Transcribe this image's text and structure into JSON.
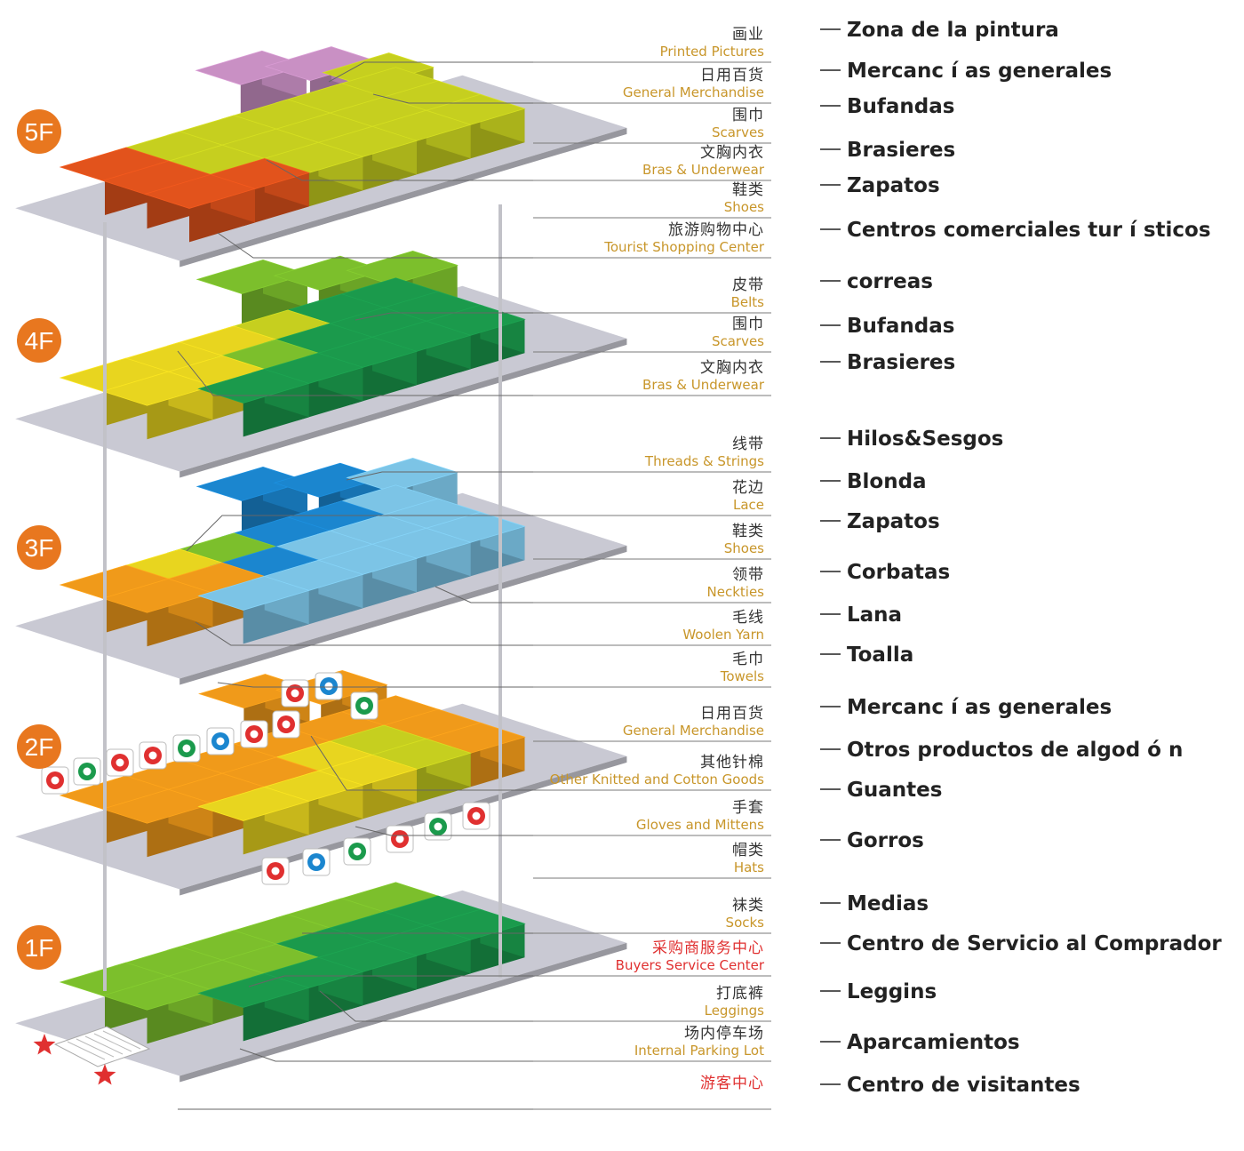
{
  "floors": [
    "5F",
    "4F",
    "3F",
    "2F",
    "1F"
  ],
  "colors": {
    "badge": "#e8771f",
    "slab": "#c9c9d3",
    "orange_red": "#e2531c",
    "lime": "#c6cf1f",
    "pink": "#c990c4",
    "yellow": "#e8d51f",
    "green_light": "#7cbf2c",
    "green_dark": "#1b9a4c",
    "blue_dark": "#1b86cf",
    "blue_light": "#7cc4e6",
    "orange": "#f09a1a",
    "red": "#e03030"
  },
  "labels": [
    {
      "zh": "画业",
      "en": "Printed Pictures",
      "es": "Zona de la pintura"
    },
    {
      "zh": "日用百货",
      "en": "General Merchandise",
      "es": "Mercanc í as generales"
    },
    {
      "zh": "围巾",
      "en": "Scarves",
      "es": "Bufandas"
    },
    {
      "zh": "文胸内衣",
      "en": "Bras & Underwear",
      "es": "Brasieres"
    },
    {
      "zh": "鞋类",
      "en": "Shoes",
      "es": "Zapatos"
    },
    {
      "zh": "旅游购物中心",
      "en": "Tourist Shopping Center",
      "es": "Centros comerciales tur í sticos"
    },
    {
      "zh": "皮带",
      "en": "Belts",
      "es": "correas"
    },
    {
      "zh": "围巾",
      "en": "Scarves",
      "es": "Bufandas"
    },
    {
      "zh": "文胸内衣",
      "en": "Bras & Underwear",
      "es": "Brasieres"
    },
    {
      "zh": "线带",
      "en": "Threads & Strings",
      "es": "Hilos&Sesgos"
    },
    {
      "zh": "花边",
      "en": "Lace",
      "es": "Blonda"
    },
    {
      "zh": "鞋类",
      "en": "Shoes",
      "es": "Zapatos"
    },
    {
      "zh": "领带",
      "en": "Neckties",
      "es": "Corbatas"
    },
    {
      "zh": "毛线",
      "en": "Woolen Yarn",
      "es": "Lana"
    },
    {
      "zh": "毛巾",
      "en": "Towels",
      "es": "Toalla"
    },
    {
      "zh": "日用百货",
      "en": "General Merchandise",
      "es": "Mercanc í as generales"
    },
    {
      "zh": "其他针棉",
      "en": "Other Knitted and Cotton Goods",
      "es": "Otros productos de algod ó n"
    },
    {
      "zh": "手套",
      "en": "Gloves and Mittens",
      "es": "Guantes"
    },
    {
      "zh": "帽类",
      "en": "Hats",
      "es": "Gorros"
    },
    {
      "zh": "袜类",
      "en": "Socks",
      "es": "Medias"
    },
    {
      "zh": "采购商服务中心",
      "en": "Buyers Service Center",
      "es": "Centro de Servicio al Comprador"
    },
    {
      "zh": "打底裤",
      "en": "Leggings",
      "es": "Leggins"
    },
    {
      "zh": "场内停车场",
      "en": "Internal Parking Lot",
      "es": "Aparcamientos"
    },
    {
      "zh": "游客中心",
      "en": "",
      "es": "Centro de visitantes"
    }
  ]
}
